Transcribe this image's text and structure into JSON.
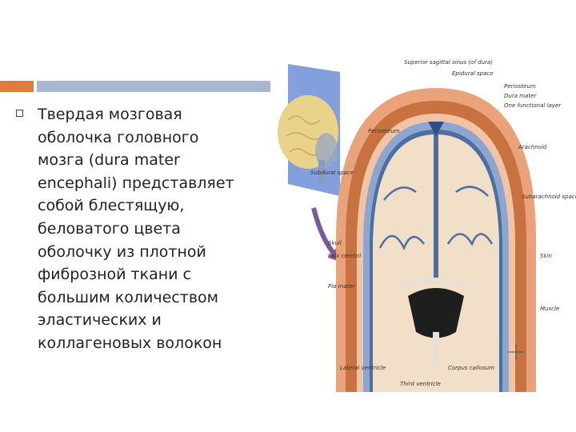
{
  "slide": {
    "text": "Твердая мозговая\nоболочка головного\nмозга (dura mater\nencephali) представляет\nсобой блестящую,\nбеловатого цвета\nоболочку из плотной\nфиброзной ткани с\nбольшим количеством\nэластических и\nколлагеновых волокон"
  },
  "figure": {
    "labels": {
      "superior_sinus": "Superior sagittal sinus (of dura)",
      "epidural": "Epidural space",
      "periosteum_top": "Periosteum",
      "dura_mater": "Dura mater",
      "one_functional": "One functional layer",
      "periosteum_left": "Periosteum",
      "arachnoid": "Arachnoid",
      "subdural": "Subdural space",
      "subarachnoid": "Subarachnoid space",
      "skull": "Skull",
      "falx": "Falx cerebri",
      "skin": "Skin",
      "pia": "Pia mater",
      "muscle": "Muscle",
      "lateral_ventricle": "Lateral ventricle",
      "corpus_callosum": "Corpus callosum",
      "third_ventricle": "Third ventricle"
    },
    "colors": {
      "skin": "#e9a27a",
      "bone": "#c8733f",
      "dura": "#8aa6d1",
      "brain": "#f2dfc7",
      "plane": "#6f8fd6",
      "arrow": "#7a5a9a"
    }
  }
}
